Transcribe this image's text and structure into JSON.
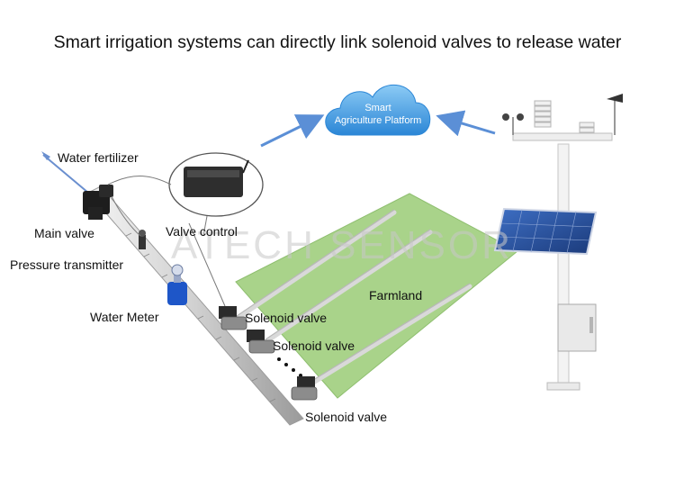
{
  "title": "Smart irrigation systems can directly link solenoid valves to release water",
  "watermark": "ATECH SENSOR",
  "platform": {
    "line1": "Smart",
    "line2": "Agriculture Platform"
  },
  "labels": {
    "water_fertilizer": "Water fertilizer",
    "main_valve": "Main valve",
    "pressure_transmitter": "Pressure transmitter",
    "water_meter": "Water Meter",
    "valve_control": "Valve control",
    "farmland": "Farmland",
    "solenoid_1": "Solenoid valve",
    "solenoid_2": "Solenoid valve",
    "solenoid_3": "Solenoid valve"
  },
  "colors": {
    "cloud": "#3fa0e6",
    "arrow": "#5b8fd6",
    "farmland": "#a9d38a",
    "pipe": "#d6d6d6",
    "solar_panel": "#274f9e",
    "meter": "#1e56c8"
  }
}
